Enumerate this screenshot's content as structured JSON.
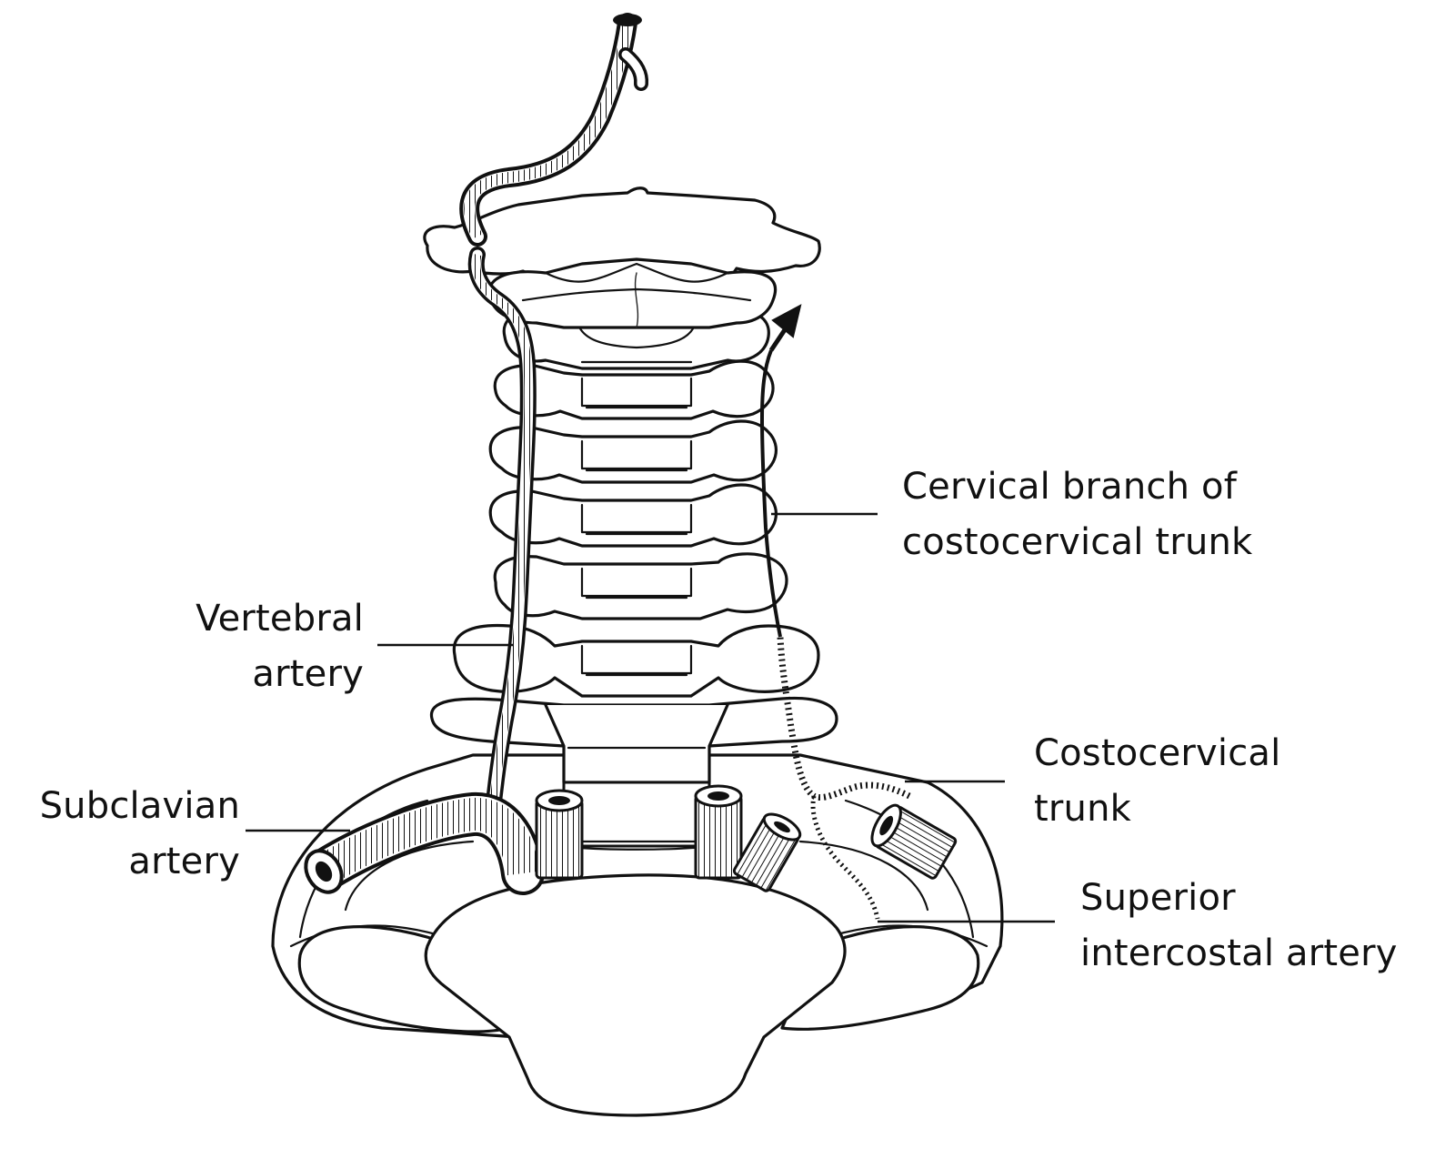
{
  "labels": {
    "cervical_branch": {
      "line1": "Cervical branch of",
      "line2": "costocervical trunk"
    },
    "vertebral_artery": {
      "line1": "Vertebral",
      "line2": "artery"
    },
    "subclavian_artery": {
      "line1": "Subclavian",
      "line2": "artery"
    },
    "costocervical_trunk": {
      "line1": "Costocervical",
      "line2": "trunk"
    },
    "superior_intercostal_artery": {
      "line1": "Superior",
      "line2": "intercostal artery"
    }
  },
  "colors": {
    "ink": "#111111",
    "background": "#ffffff"
  }
}
